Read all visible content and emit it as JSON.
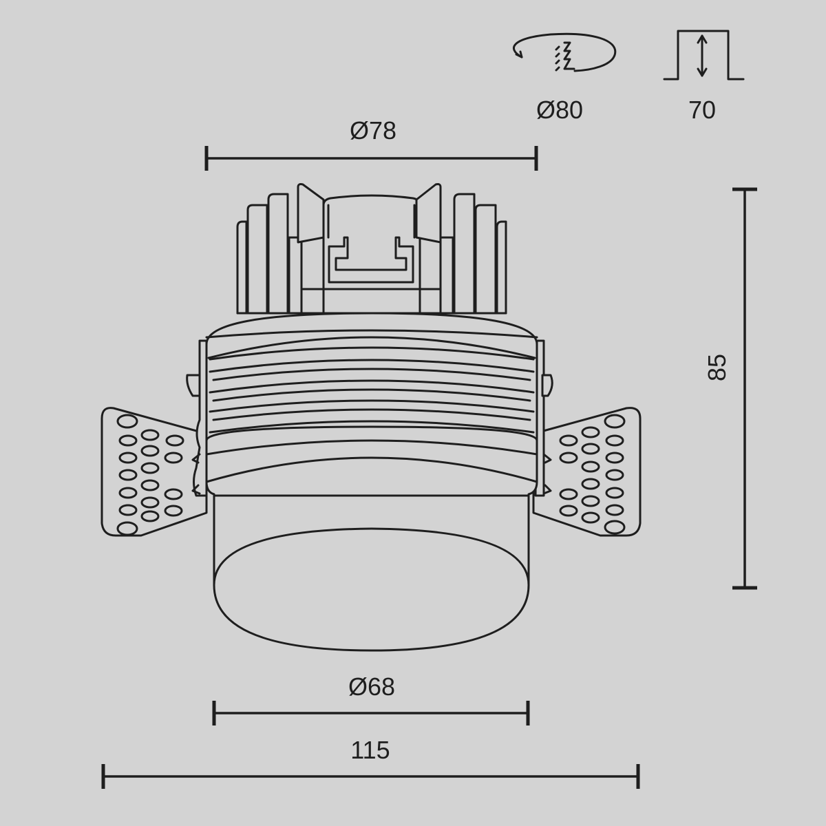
{
  "dimensions": {
    "top_outer_diameter": "Ø78",
    "bottom_diameter": "Ø68",
    "overall_width": "115",
    "height": "85"
  },
  "install_icons": {
    "cutout_diameter": "Ø80",
    "recess_depth": "70"
  },
  "icons": [
    "cutout-icon",
    "recess-depth-icon"
  ]
}
